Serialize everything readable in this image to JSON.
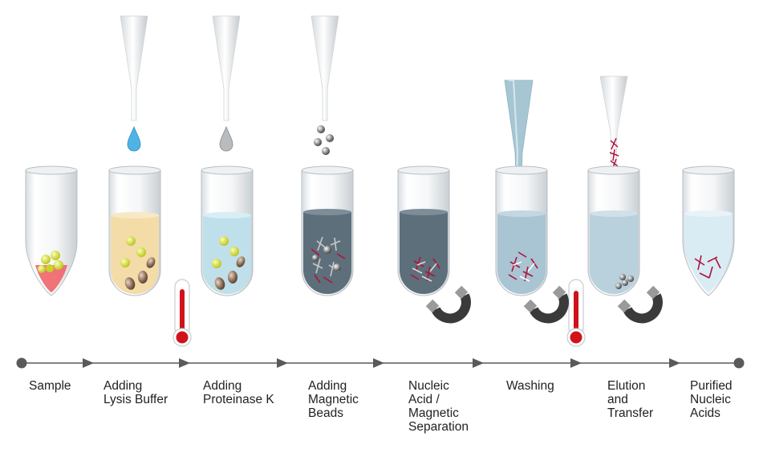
{
  "steps": [
    {
      "label": "Sample"
    },
    {
      "label": "Adding\nLysis Buffer"
    },
    {
      "label": "Adding\nProteinase K"
    },
    {
      "label": "Adding\nMagnetic\nBeads"
    },
    {
      "label": "Nucleic\nAcid /\nMagnetic\nSeparation"
    },
    {
      "label": "Washing"
    },
    {
      "label": "Elution\nand\nTransfer"
    },
    {
      "label": "Purified\nNucleic\nAcids"
    }
  ],
  "colors": {
    "timeline": "#5a5a5a",
    "lysis_buffer": "#f3dca8",
    "proteinase_k": "#bfe0ea",
    "magnetic_liquid": "#5d6f7b",
    "wash_liquid": "#a9c4d3",
    "elution_liquid": "#b9d0dd",
    "purified_liquid": "#d9ecf4",
    "lysis_drop": "#4fb3e6",
    "thermometer": "#d0121b",
    "magnet": "#3a3a3a",
    "nucleic_acid": "#b0123b"
  },
  "icons": [
    "pipette-icon",
    "droplet-icon",
    "magnetic-bead-icon",
    "thermometer-icon",
    "magnet-icon",
    "tube-icon"
  ]
}
